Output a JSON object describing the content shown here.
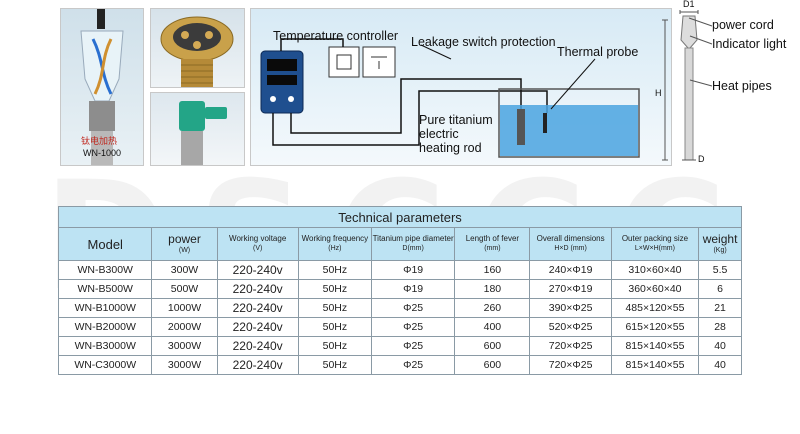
{
  "watermark": "DSCCC",
  "photos": {
    "heater_label": "WN-1000",
    "heater_cn_label": "钛电加热"
  },
  "diagram": {
    "temperature_controller": "Temperature controller",
    "leakage_switch": "Leakage switch protection",
    "thermal_probe": "Thermal probe",
    "heating_rod_line1": "Pure titanium",
    "heating_rod_line2": "electric",
    "heating_rod_line3": "heating rod"
  },
  "dimension": {
    "d1": "D1",
    "h": "H",
    "d": "D",
    "power_cord": "power cord",
    "indicator_light": "Indicator light",
    "heat_pipes": "Heat pipes"
  },
  "table": {
    "title": "Technical parameters",
    "headers": [
      {
        "big": "Model",
        "small": ""
      },
      {
        "big": "power",
        "small": "(W)"
      },
      {
        "big": "Working voltage",
        "small": "(V)"
      },
      {
        "big": "Working frequency",
        "small": "(Hz)"
      },
      {
        "big": "Titanium pipe diameter",
        "small": "D(mm)"
      },
      {
        "big": "Length of fever",
        "small": "(mm)"
      },
      {
        "big": "Overall dimensions",
        "small": "H×D (mm)"
      },
      {
        "big": "Outer packing size",
        "small": "L×W×H(mm)"
      },
      {
        "big": "weight",
        "small": "(Kg)"
      }
    ],
    "rows": [
      [
        "WN-B300W",
        "300W",
        "220-240v",
        "50Hz",
        "Φ19",
        "160",
        "240×Φ19",
        "310×60×40",
        "5.5"
      ],
      [
        "WN-B500W",
        "500W",
        "220-240v",
        "50Hz",
        "Φ19",
        "180",
        "270×Φ19",
        "360×60×40",
        "6"
      ],
      [
        "WN-B1000W",
        "1000W",
        "220-240v",
        "50Hz",
        "Φ25",
        "260",
        "390×Φ25",
        "485×120×55",
        "21"
      ],
      [
        "WN-B2000W",
        "2000W",
        "220-240v",
        "50Hz",
        "Φ25",
        "400",
        "520×Φ25",
        "615×120×55",
        "28"
      ],
      [
        "WN-B3000W",
        "3000W",
        "220-240v",
        "50Hz",
        "Φ25",
        "600",
        "720×Φ25",
        "815×140×55",
        "40"
      ],
      [
        "WN-C3000W",
        "3000W",
        "220-240v",
        "50Hz",
        "Φ25",
        "600",
        "720×Φ25",
        "815×140×55",
        "40"
      ]
    ]
  }
}
